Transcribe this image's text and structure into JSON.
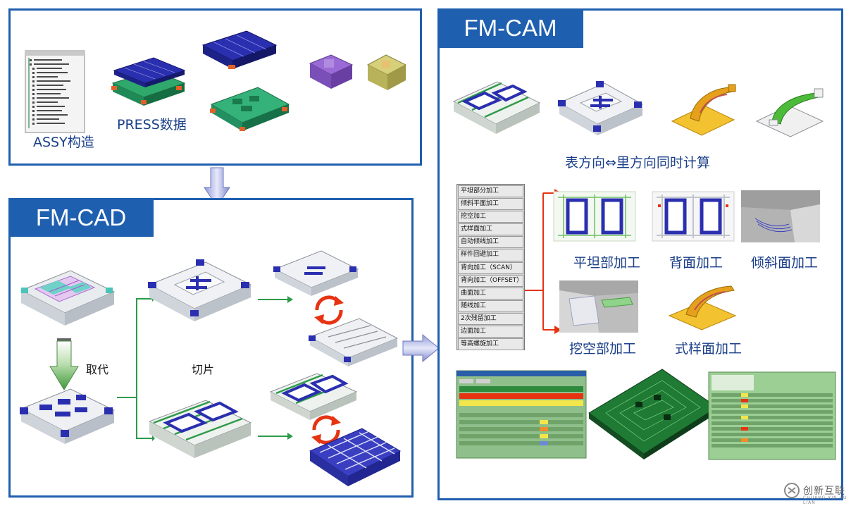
{
  "top_panel": {
    "assy_label": "ASSY构造",
    "press_label": "PRESS数据"
  },
  "cad_panel": {
    "title": "FM-CAD",
    "replace_label": "取代",
    "slice_label": "切片"
  },
  "cam_panel": {
    "title": "FM-CAM",
    "bidirectional_label": "表方向⇔里方向同时计算",
    "menu_items": [
      "平坦部分加工",
      "倾斜平面加工",
      "挖空加工",
      "式样面加工",
      "自动倾线加工",
      "样件回避加工",
      "背向加工（SCAN）",
      "背向加工（OFFSET）",
      "曲面加工",
      "随线加工",
      "2次残留加工",
      "边面加工",
      "等高螺旋加工"
    ],
    "flat_label": "平坦部加工",
    "back_label": "背面加工",
    "inclined_label": "倾斜面加工",
    "pocket_label": "挖空部加工",
    "style_label": "式样面加工"
  },
  "watermark": {
    "text": "创新互联",
    "sub": "CHUANG XIN HU LIAN"
  },
  "colors": {
    "frame_blue": "#1f5fb0",
    "label_blue": "#1a3f88",
    "arrow_red": "#e63312",
    "arrow_green": "#2e9b4a"
  }
}
